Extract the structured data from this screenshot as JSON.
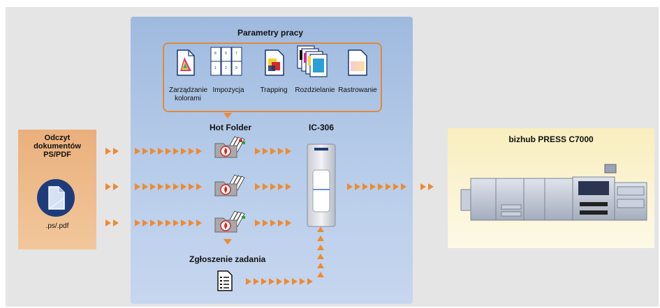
{
  "params": {
    "title": "Parametry pracy",
    "items": [
      {
        "label": "Zarządzanie\nkolorami",
        "icon": "color-management-icon"
      },
      {
        "label": "Impozycja",
        "icon": "imposition-icon"
      },
      {
        "label": "Trapping",
        "icon": "trapping-icon"
      },
      {
        "label": "Rozdzielanie",
        "icon": "separation-icon"
      },
      {
        "label": "Rastrowanie",
        "icon": "rasterization-icon"
      }
    ]
  },
  "source": {
    "title": "Odczyt\ndokumentów\nPS/PDF",
    "file_label": ".ps/.pdf"
  },
  "hotfolder": {
    "title": "Hot Folder"
  },
  "controller": {
    "title": "IC-306"
  },
  "job_ticket": {
    "title": "Zgłoszenie zadania"
  },
  "printer": {
    "title": "bizhub PRESS C7000"
  },
  "colors": {
    "arrow": "#ee8a2f",
    "panel": "#b3c8e8",
    "source": "#eeb987",
    "printer": "#fbf3d2"
  }
}
